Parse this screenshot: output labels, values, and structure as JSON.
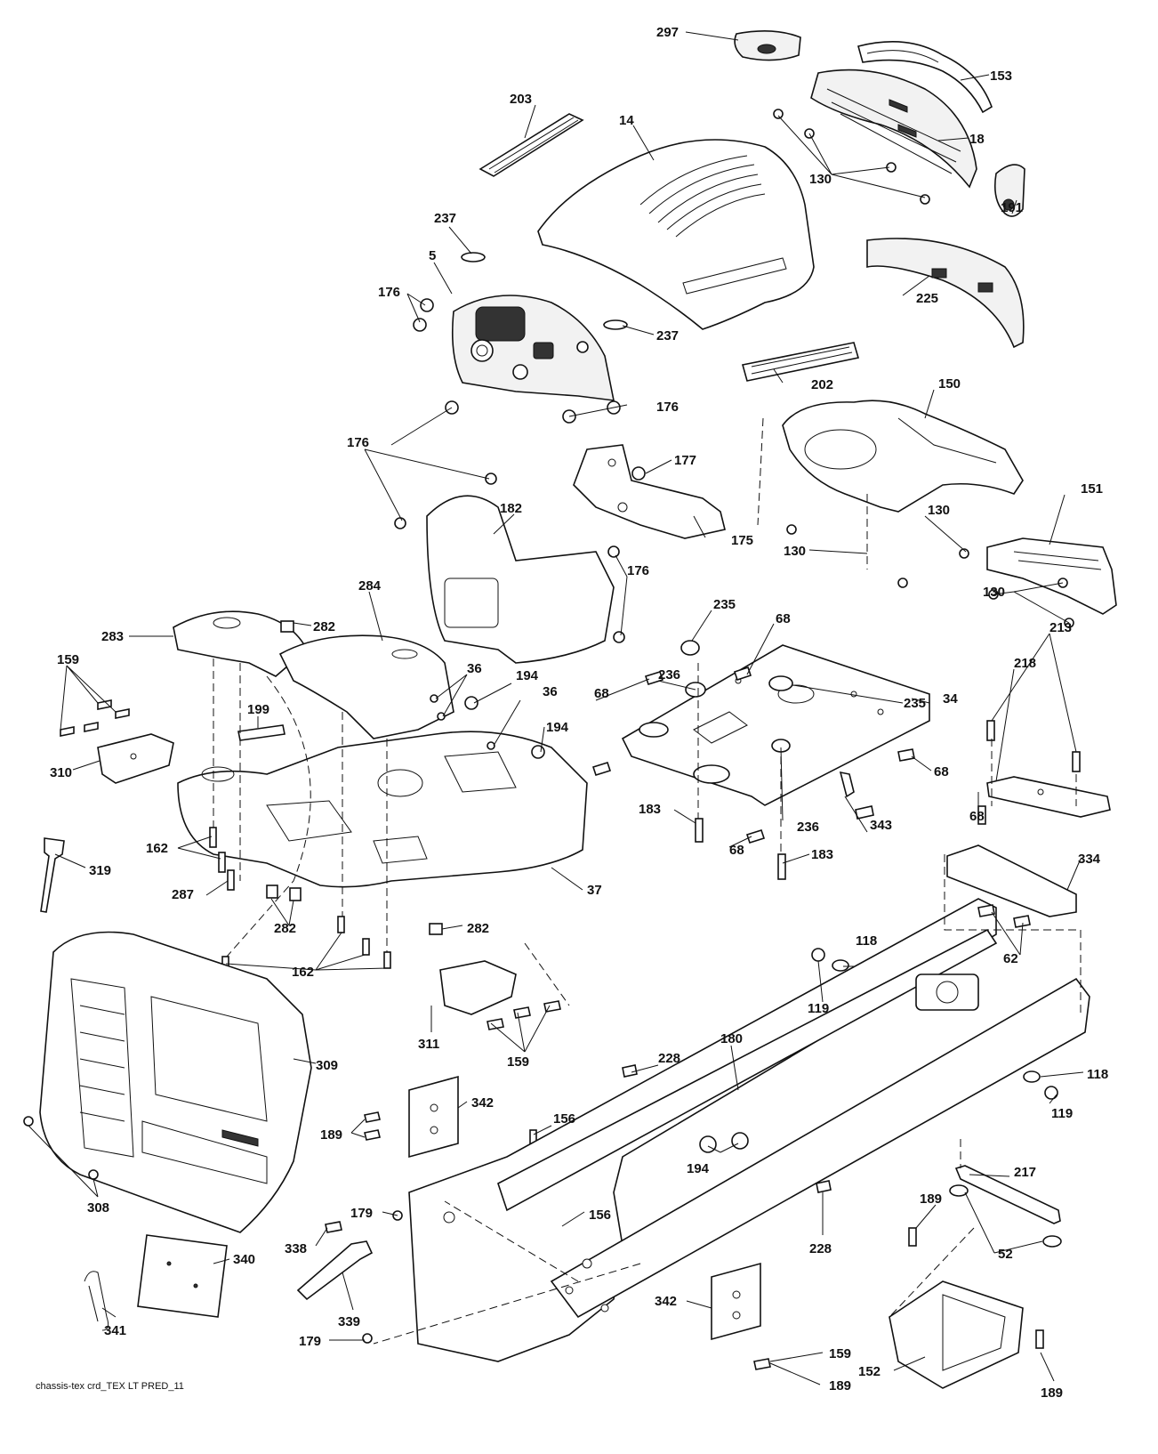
{
  "caption": "chassis-tex crd_TEX LT PRED_11",
  "labels": [
    {
      "id": "l297",
      "text": "297"
    },
    {
      "id": "l153",
      "text": "153"
    },
    {
      "id": "l203",
      "text": "203"
    },
    {
      "id": "l14",
      "text": "14"
    },
    {
      "id": "l18",
      "text": "18"
    },
    {
      "id": "l130a",
      "text": "130"
    },
    {
      "id": "l191",
      "text": "191"
    },
    {
      "id": "l237a",
      "text": "237"
    },
    {
      "id": "l5",
      "text": "5"
    },
    {
      "id": "l176a",
      "text": "176"
    },
    {
      "id": "l237b",
      "text": "237"
    },
    {
      "id": "l225",
      "text": "225"
    },
    {
      "id": "l202",
      "text": "202"
    },
    {
      "id": "l150",
      "text": "150"
    },
    {
      "id": "l176b",
      "text": "176"
    },
    {
      "id": "l176c",
      "text": "176"
    },
    {
      "id": "l177",
      "text": "177"
    },
    {
      "id": "l182",
      "text": "182"
    },
    {
      "id": "l175",
      "text": "175"
    },
    {
      "id": "l151",
      "text": "151"
    },
    {
      "id": "l130b",
      "text": "130"
    },
    {
      "id": "l176d",
      "text": "176"
    },
    {
      "id": "l130c",
      "text": "130"
    },
    {
      "id": "l130d",
      "text": "130"
    },
    {
      "id": "l284",
      "text": "284"
    },
    {
      "id": "l283",
      "text": "283"
    },
    {
      "id": "l282a",
      "text": "282"
    },
    {
      "id": "l235a",
      "text": "235"
    },
    {
      "id": "l68a",
      "text": "68"
    },
    {
      "id": "l213",
      "text": "213"
    },
    {
      "id": "l159a",
      "text": "159"
    },
    {
      "id": "l36a",
      "text": "36"
    },
    {
      "id": "l194a",
      "text": "194"
    },
    {
      "id": "l236a",
      "text": "236"
    },
    {
      "id": "l68b",
      "text": "68"
    },
    {
      "id": "l235b",
      "text": "235"
    },
    {
      "id": "l218",
      "text": "218"
    },
    {
      "id": "l36b",
      "text": "36"
    },
    {
      "id": "l34",
      "text": "34"
    },
    {
      "id": "l199",
      "text": "199"
    },
    {
      "id": "l194b",
      "text": "194"
    },
    {
      "id": "l310",
      "text": "310"
    },
    {
      "id": "l68c",
      "text": "68"
    },
    {
      "id": "l68d",
      "text": "68"
    },
    {
      "id": "l183a",
      "text": "183"
    },
    {
      "id": "l236b",
      "text": "236"
    },
    {
      "id": "l343",
      "text": "343"
    },
    {
      "id": "l68e",
      "text": "68"
    },
    {
      "id": "l183b",
      "text": "183"
    },
    {
      "id": "l162a",
      "text": "162"
    },
    {
      "id": "l319",
      "text": "319"
    },
    {
      "id": "l37",
      "text": "37"
    },
    {
      "id": "l334",
      "text": "334"
    },
    {
      "id": "l287",
      "text": "287"
    },
    {
      "id": "l282b",
      "text": "282"
    },
    {
      "id": "l282c",
      "text": "282"
    },
    {
      "id": "l118a",
      "text": "118"
    },
    {
      "id": "l62",
      "text": "62"
    },
    {
      "id": "l162b",
      "text": "162"
    },
    {
      "id": "l119a",
      "text": "119"
    },
    {
      "id": "l309",
      "text": "309"
    },
    {
      "id": "l311",
      "text": "311"
    },
    {
      "id": "l159b",
      "text": "159"
    },
    {
      "id": "l180",
      "text": "180"
    },
    {
      "id": "l228a",
      "text": "228"
    },
    {
      "id": "l118b",
      "text": "118"
    },
    {
      "id": "l119b",
      "text": "119"
    },
    {
      "id": "l342a",
      "text": "342"
    },
    {
      "id": "l156a",
      "text": "156"
    },
    {
      "id": "l189a",
      "text": "189"
    },
    {
      "id": "l194c",
      "text": "194"
    },
    {
      "id": "l217",
      "text": "217"
    },
    {
      "id": "l308",
      "text": "308"
    },
    {
      "id": "l179a",
      "text": "179"
    },
    {
      "id": "l156b",
      "text": "156"
    },
    {
      "id": "l189b",
      "text": "189"
    },
    {
      "id": "l228b",
      "text": "228"
    },
    {
      "id": "l340",
      "text": "340"
    },
    {
      "id": "l338",
      "text": "338"
    },
    {
      "id": "l52",
      "text": "52"
    },
    {
      "id": "l339",
      "text": "339"
    },
    {
      "id": "l342b",
      "text": "342"
    },
    {
      "id": "l341",
      "text": "341"
    },
    {
      "id": "l159c",
      "text": "159"
    },
    {
      "id": "l179b",
      "text": "179"
    },
    {
      "id": "l152",
      "text": "152"
    },
    {
      "id": "l189c",
      "text": "189"
    },
    {
      "id": "l189d",
      "text": "189"
    }
  ]
}
